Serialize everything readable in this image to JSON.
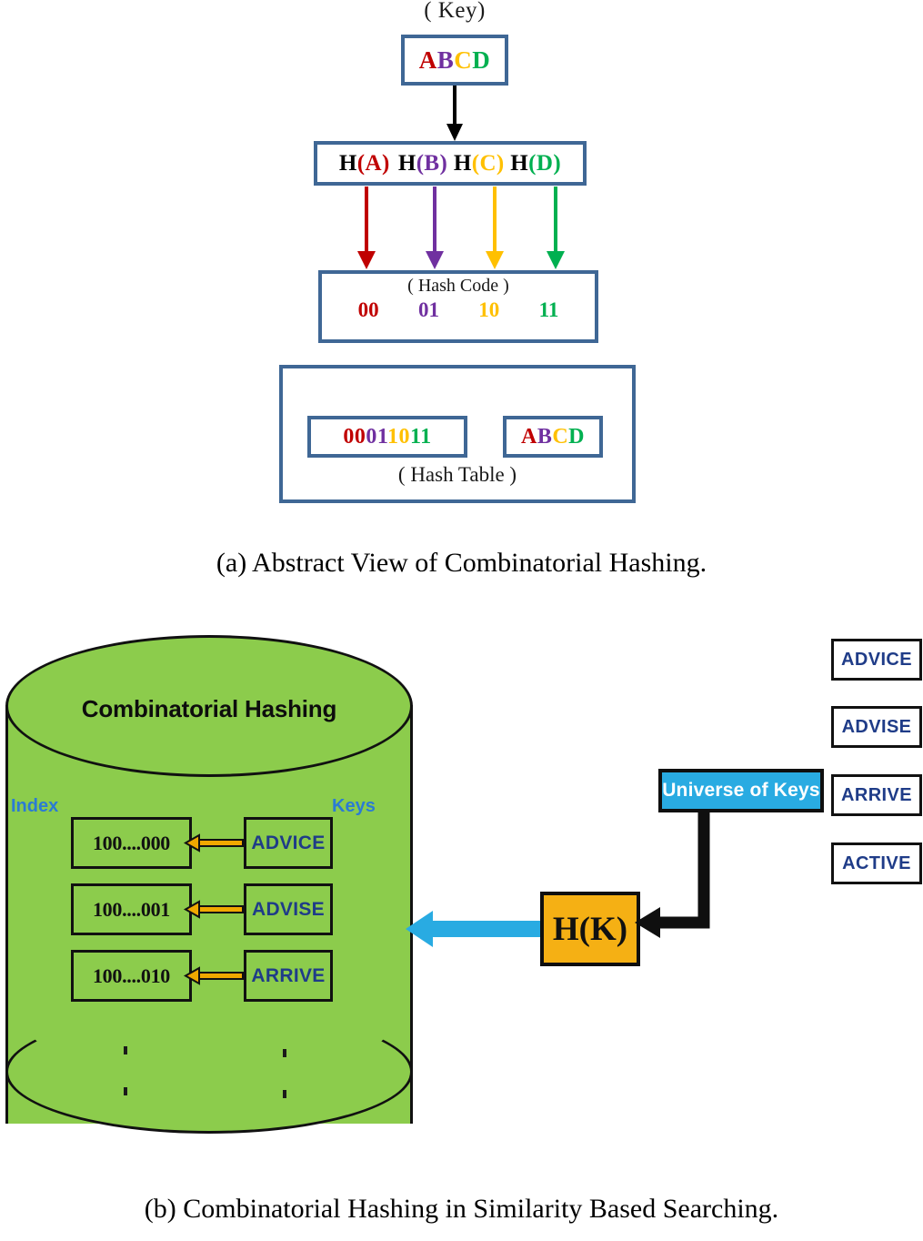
{
  "figure": {
    "panel_a": {
      "key_label": "( Key)",
      "key_box": {
        "letters": [
          {
            "ch": "A",
            "color": "#c00000"
          },
          {
            "ch": "B",
            "color": "#7030a0"
          },
          {
            "ch": "C",
            "color": "#ffc000"
          },
          {
            "ch": "D",
            "color": "#00b050"
          }
        ]
      },
      "hash_function_box": {
        "terms": [
          {
            "prefix": "H",
            "arg": "(A)",
            "color": "#c00000"
          },
          {
            "prefix": "H",
            "arg": "(B)",
            "color": "#7030a0"
          },
          {
            "prefix": "H",
            "arg": "(C)",
            "color": "#ffc000"
          },
          {
            "prefix": "H",
            "arg": "(D)",
            "color": "#00b050"
          }
        ]
      },
      "hash_code_box": {
        "title": "( Hash Code )",
        "codes": [
          {
            "value": "00",
            "color": "#c00000"
          },
          {
            "value": "01",
            "color": "#7030a0"
          },
          {
            "value": "10",
            "color": "#ffc000"
          },
          {
            "value": "11",
            "color": "#00b050"
          }
        ]
      },
      "hash_table_box": {
        "title": "( Hash Table )",
        "bits": [
          {
            "value": "00",
            "color": "#c00000"
          },
          {
            "value": "01",
            "color": "#7030a0"
          },
          {
            "value": "10",
            "color": "#ffc000"
          },
          {
            "value": "11",
            "color": "#00b050"
          }
        ],
        "stored_key": [
          {
            "ch": "A",
            "color": "#c00000"
          },
          {
            "ch": "B",
            "color": "#7030a0"
          },
          {
            "ch": "C",
            "color": "#ffc000"
          },
          {
            "ch": "D",
            "color": "#00b050"
          }
        ]
      },
      "arrows": {
        "key_to_hash": {
          "color": "#000000",
          "direction": "down"
        },
        "hash_to_code": [
          {
            "color": "#c00000",
            "direction": "down"
          },
          {
            "color": "#7030a0",
            "direction": "down"
          },
          {
            "color": "#ffc000",
            "direction": "down"
          },
          {
            "color": "#00b050",
            "direction": "down"
          }
        ]
      },
      "caption": "(a) Abstract View of Combinatorial Hashing."
    },
    "panel_b": {
      "cylinder": {
        "title": "Combinatorial Hashing",
        "fill_color": "#8ccc4c",
        "index_label": "Index",
        "keys_label": "Keys",
        "rows": [
          {
            "index": "100....000",
            "key": "ADVICE"
          },
          {
            "index": "100....001",
            "key": "ADVISE"
          },
          {
            "index": "100....010",
            "key": "ARRIVE"
          }
        ],
        "ellipsis_rows": 2
      },
      "hash_function_box": {
        "label": "H(K)",
        "fill_color": "#f5b014"
      },
      "universe_box": {
        "label": "Universe of Keys",
        "fill_color": "#29abe2"
      },
      "universe_keys": [
        "ADVICE",
        "ADVISE",
        "ARRIVE",
        "ACTIVE"
      ],
      "arrows": {
        "hk_to_cylinder": {
          "color": "#29abe2",
          "direction": "left"
        },
        "universe_to_hk": {
          "color": "#000000",
          "direction": "left"
        },
        "key_to_index": {
          "color": "#f0a800",
          "direction": "left"
        }
      },
      "caption": "(b) Combinatorial Hashing in Similarity Based Searching."
    }
  }
}
